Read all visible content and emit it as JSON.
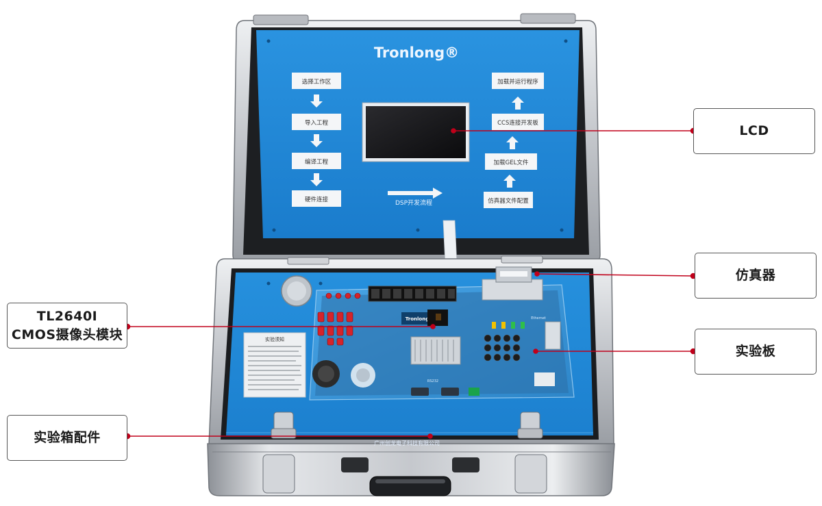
{
  "brand": {
    "logo_text": "Tronlong®",
    "board_logo": "Tronlong"
  },
  "lid_flow": {
    "left_steps": [
      "选择工作区",
      "导入工程",
      "编译工程",
      "硬件连接"
    ],
    "right_steps": [
      "加载并运行程序",
      "CCS连接开发板",
      "加载GEL文件",
      "仿真器文件配置"
    ],
    "center_label": "DSP开发流程"
  },
  "case_plate_text": "广州创龙电子科技有限公司",
  "notice_card_title": "实验须知",
  "board_labels": {
    "port_a": "RS232",
    "port_b": "Ethernet"
  },
  "callouts": {
    "lcd": "LCD",
    "emulator": "仿真器",
    "board": "实验板",
    "camera": "TL2640I\nCMOS摄像头模块",
    "accessories": "实验箱配件"
  },
  "colors": {
    "panel_blue": "#1e88d8",
    "leader_red": "#c0001a",
    "case_silver": "#c9ccd1"
  }
}
